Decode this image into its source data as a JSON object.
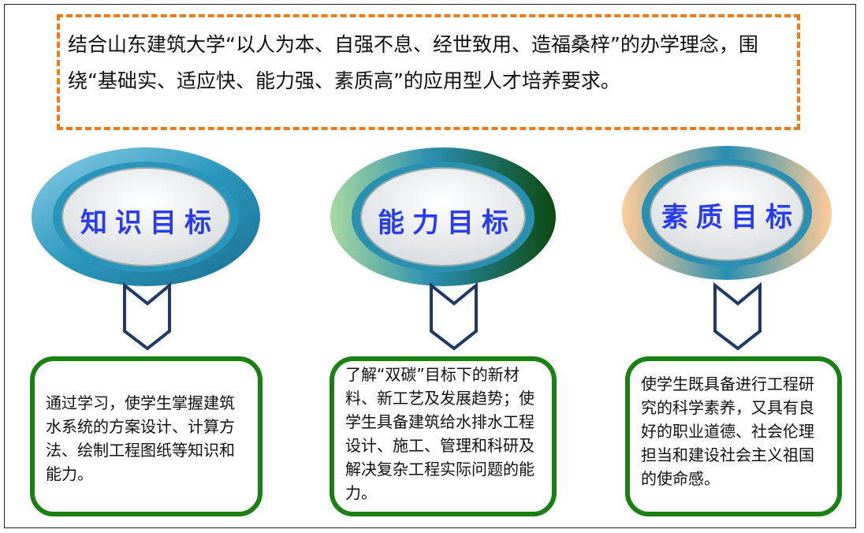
{
  "intro": "结合山东建筑大学“以人为本、自强不息、经世致用、造福桑梓”的办学理念，围绕“基础实、适应快、能力强、素质高”的应用型人才培养要求。",
  "goals": [
    {
      "title": "知识目标",
      "text": "通过学习，使学生掌握建筑水系统的方案设计、计算方法、绘制工程图纸等知识和能力。"
    },
    {
      "title": "能力目标",
      "text": "了解“双碳”目标下的新材料、新工艺及发展趋势；使学生具备建筑给水排水工程设计、施工、管理和科研及解决复杂工程实际问题的能力。"
    },
    {
      "title": "素质目标",
      "text": "使学生既具备进行工程研究的科学素养，又具有良好的职业道德、社会伦理担当和建设社会主义祖国的使命感。"
    }
  ],
  "colors": {
    "dash": "#f07a1a",
    "box_border": "#1a8014",
    "title": "#2a3cf0",
    "arrow": "#1f3a66"
  }
}
